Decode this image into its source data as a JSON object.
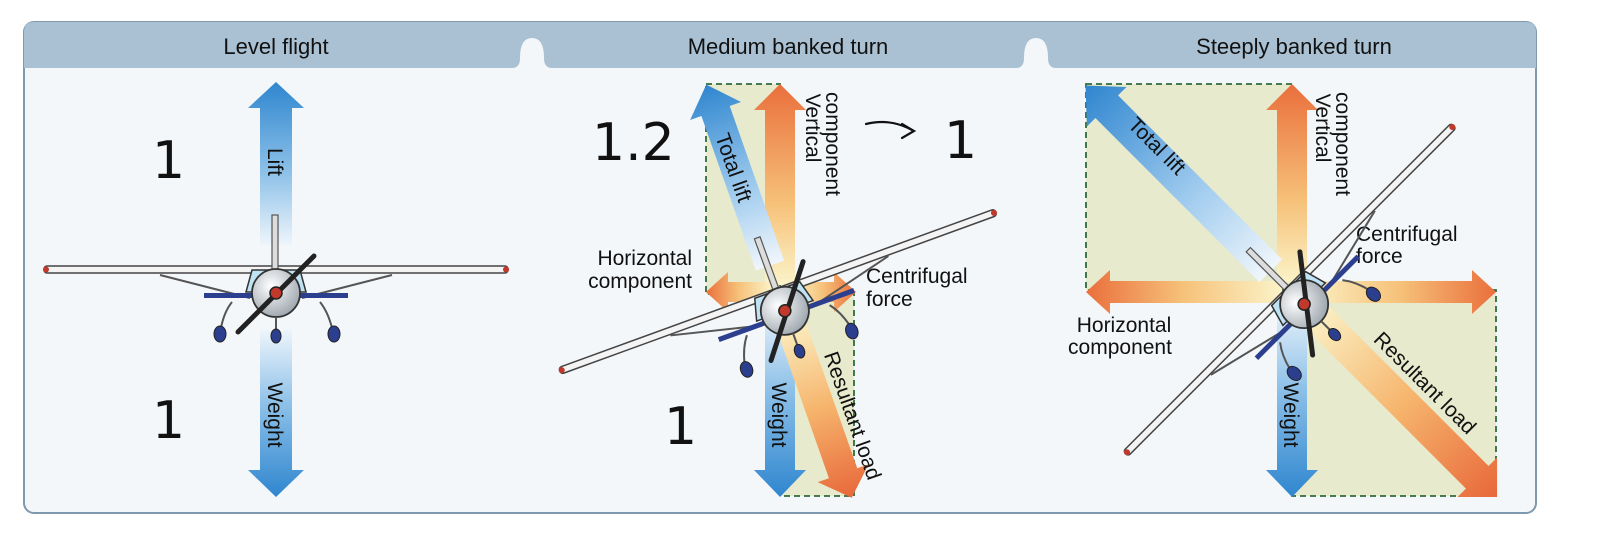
{
  "panels": [
    {
      "title": "Level flight",
      "labels": {
        "lift": "Lift",
        "weight": "Weight"
      },
      "handwriting": {
        "top": "1",
        "bottom": "1"
      }
    },
    {
      "title": "Medium banked turn",
      "labels": {
        "total_lift": "Total lift",
        "vertical_1": "Vertical",
        "vertical_2": "component",
        "horizontal_1": "Horizontal",
        "horizontal_2": "component",
        "centrifugal_1": "Centrifugal",
        "centrifugal_2": "force",
        "weight": "Weight",
        "resultant": "Resultant load"
      },
      "handwriting": {
        "top_left": "1.2",
        "top_right": "1",
        "bottom": "1"
      }
    },
    {
      "title": "Steeply banked turn",
      "labels": {
        "total_lift": "Total lift",
        "vertical_1": "Vertical",
        "vertical_2": "component",
        "horizontal_1": "Horizontal",
        "horizontal_2": "component",
        "centrifugal_1": "Centrifugal",
        "centrifugal_2": "force",
        "weight": "Weight",
        "resultant": "Resultant load"
      }
    }
  ],
  "colors": {
    "frame_bg": "#f4f7fa",
    "header_bg": "#a9c1d2",
    "border": "#7f98ad",
    "force_box": "#e4e8c4",
    "box_dash": "#2f6b3a",
    "blue_arrow": "#3d8fd2",
    "orange_arrow": "#ec7a45"
  }
}
